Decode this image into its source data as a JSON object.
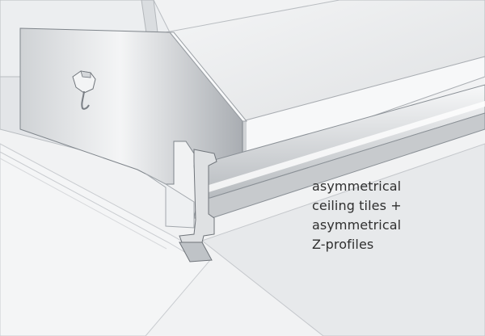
{
  "caption": {
    "lines": [
      "asymmetrical",
      "ceiling tiles +",
      "asymmetrical",
      "Z-profiles"
    ]
  },
  "colors": {
    "background": "#f1f2f3",
    "tile_face": "#e6e8ea",
    "tile_edge": "#c9ccd0",
    "profile_metal": "#b8bcc0",
    "outline": "#8f949a"
  }
}
